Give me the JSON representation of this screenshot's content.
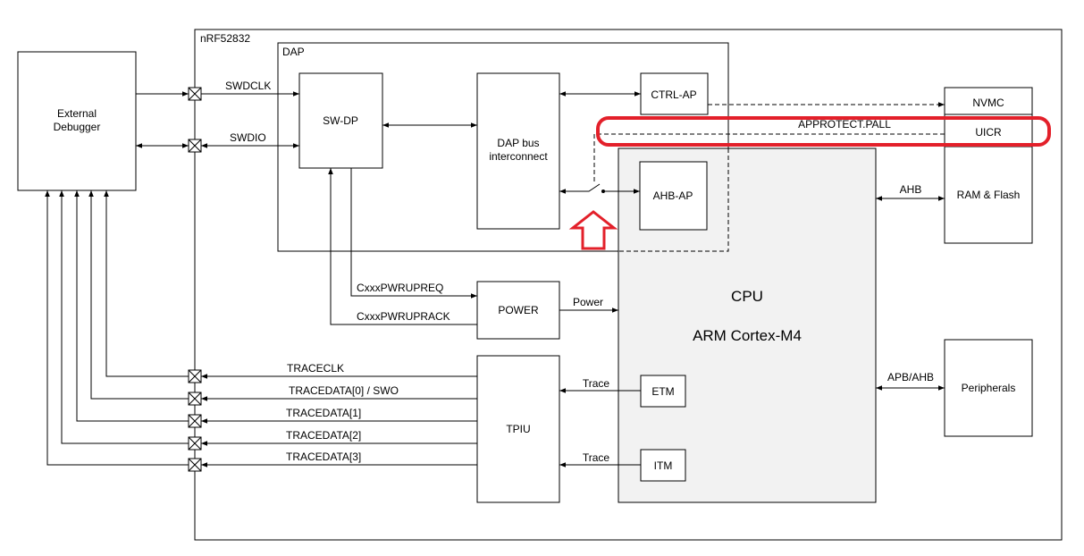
{
  "chip_label": "nRF52832",
  "dap_label": "DAP",
  "blocks": {
    "external_debugger": [
      "External",
      "Debugger"
    ],
    "sw_dp": "SW-DP",
    "dap_bus": [
      "DAP bus",
      "interconnect"
    ],
    "ctrl_ap": "CTRL-AP",
    "ahb_ap": "AHB-AP",
    "nvmc": "NVMC",
    "uicr": "UICR",
    "ram_flash": "RAM & Flash",
    "power": "POWER",
    "cpu": "CPU",
    "cpu_core": "ARM Cortex-M4",
    "tpiu": "TPIU",
    "etm": "ETM",
    "itm": "ITM",
    "peripherals": "Peripherals"
  },
  "signals": {
    "swdclk": "SWDCLK",
    "swdio": "SWDIO",
    "approtect": "APPROTECT.PALL",
    "ahb": "AHB",
    "pwrupreq": "CxxxPWRUPREQ",
    "pwrupack": "CxxxPWRUPRACK",
    "power": "Power",
    "apb_ahb": "APB/AHB",
    "trace1": "Trace",
    "trace2": "Trace",
    "traceclk": "TRACECLK",
    "tracedata0": "TRACEDATA[0] / SWO",
    "tracedata1": "TRACEDATA[1]",
    "tracedata2": "TRACEDATA[2]",
    "tracedata3": "TRACEDATA[3]"
  },
  "colors": {
    "highlight": "#e3202a",
    "cpu_fill": "#f2f2f2"
  }
}
